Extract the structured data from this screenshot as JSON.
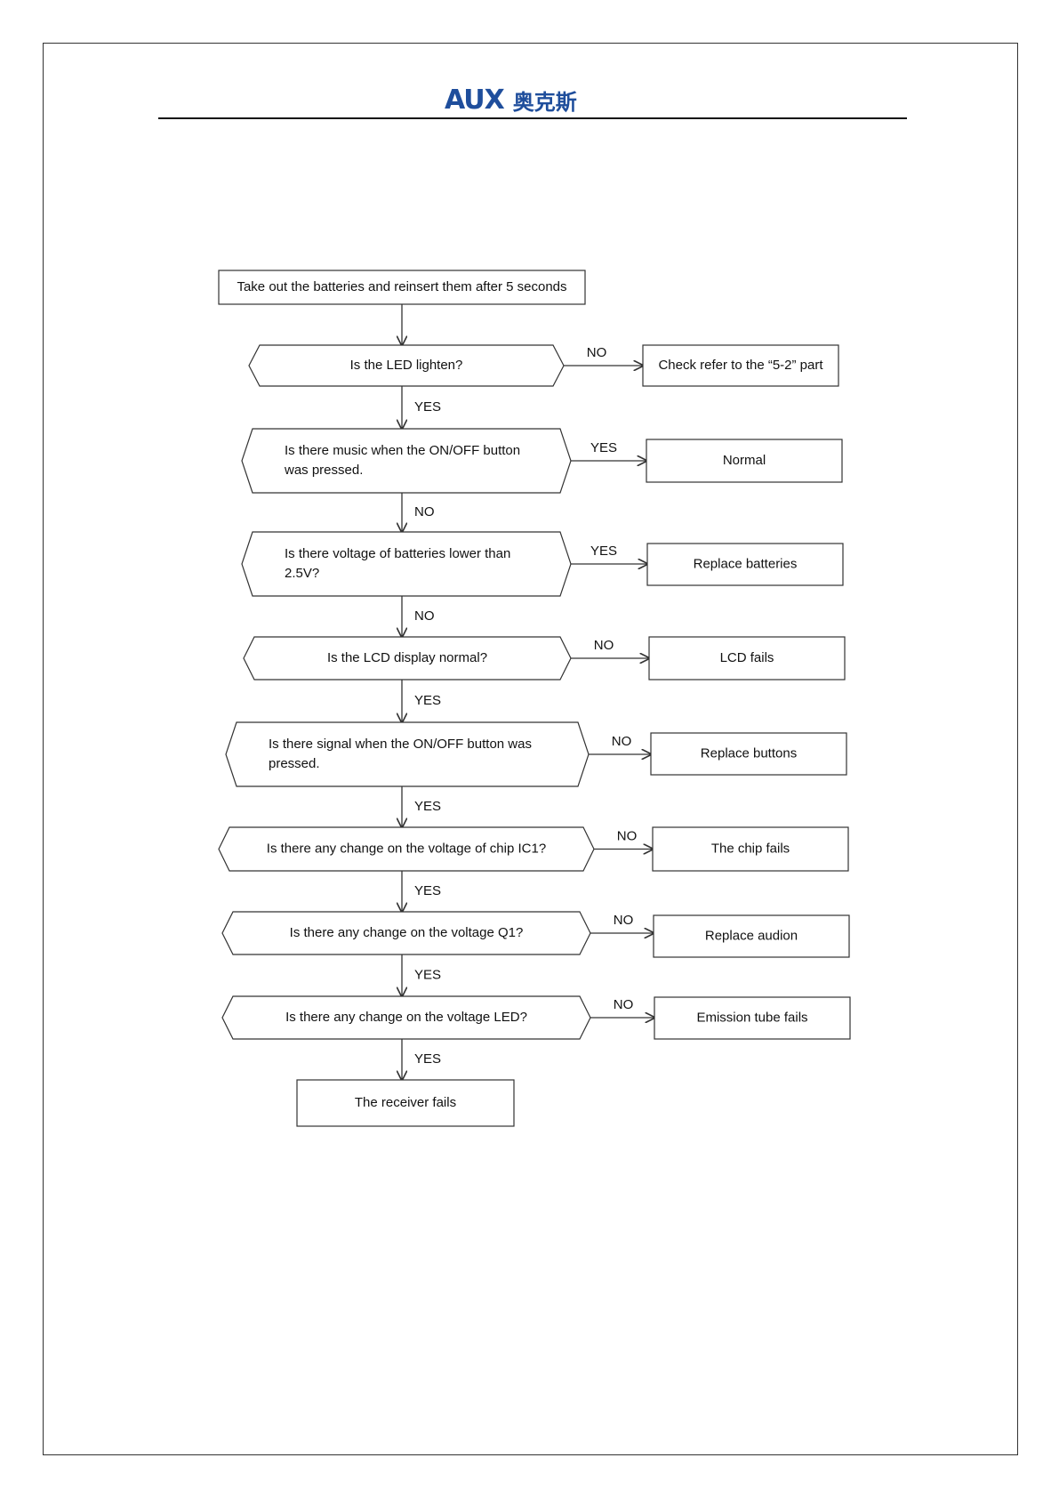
{
  "header": {
    "logo_latin": "AUX",
    "logo_cjk": "奥克斯"
  },
  "flowchart": {
    "start": "Take out the batteries and reinsert them after 5 seconds",
    "steps": [
      {
        "question": [
          "Is the LED lighten?"
        ],
        "branch_label": "NO",
        "result": "Check refer to the “5-2” part",
        "next_label": "YES"
      },
      {
        "question": [
          "Is there music when the ON/OFF button",
          "was pressed."
        ],
        "branch_label": "YES",
        "result": "Normal",
        "next_label": "NO"
      },
      {
        "question": [
          "Is there voltage of batteries lower than",
          "2.5V?"
        ],
        "branch_label": "YES",
        "result": "Replace batteries",
        "next_label": "NO"
      },
      {
        "question": [
          "Is the LCD display normal?"
        ],
        "branch_label": "NO",
        "result": "LCD fails",
        "next_label": "YES"
      },
      {
        "question": [
          "Is there signal when the ON/OFF button was",
          "pressed."
        ],
        "branch_label": "NO",
        "result": "Replace buttons",
        "next_label": "YES"
      },
      {
        "question": [
          "Is there any change on the voltage of chip IC1?"
        ],
        "branch_label": "NO",
        "result": "The chip fails",
        "next_label": "YES"
      },
      {
        "question": [
          "Is there any change on the voltage Q1?"
        ],
        "branch_label": "NO",
        "result": "Replace audion",
        "next_label": "YES"
      },
      {
        "question": [
          "Is there any change on the voltage LED?"
        ],
        "branch_label": "NO",
        "result": "Emission tube fails",
        "next_label": "YES"
      }
    ],
    "end": "The receiver fails"
  }
}
